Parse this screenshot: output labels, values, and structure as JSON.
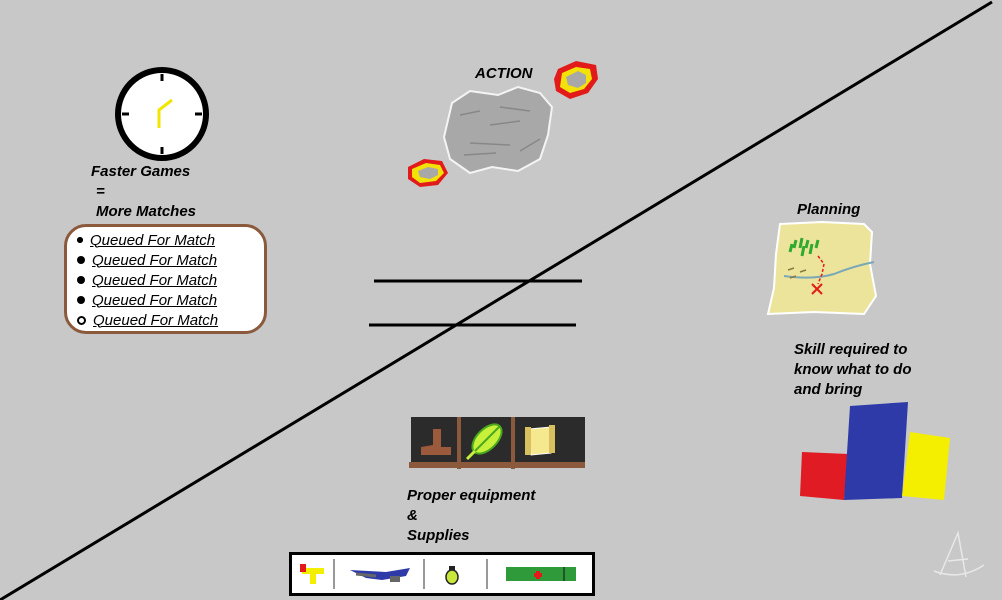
{
  "labels": {
    "action": "ACTION",
    "faster_games": "Faster Games",
    "equals_sign": "=",
    "more_matches": "More Matches",
    "planning": "Planning",
    "skill_line1": "Skill required to",
    "skill_line2": "know what to do",
    "skill_line3": "and bring",
    "equipment_line1": "Proper equipment",
    "equipment_line2": "&",
    "equipment_line3": "Supplies"
  },
  "queue": {
    "items": [
      {
        "label": "Queued For Match"
      },
      {
        "label": "Queued For Match"
      },
      {
        "label": "Queued For Match"
      },
      {
        "label": "Queued For Match"
      },
      {
        "label": "Queued For Match"
      }
    ]
  },
  "icons": {
    "clock": "clock-icon",
    "rocks": "rock-cluster-icon",
    "map": "treasure-map-icon",
    "blocks": "color-blocks-icon",
    "boot": "boot-icon",
    "leaf_sword": "leaf-sword-icon",
    "scroll": "scroll-icon",
    "gun": "gun-icon",
    "rifle": "rifle-icon",
    "grenade": "grenade-icon",
    "medkit": "medkit-icon",
    "signature": "signature-mark"
  },
  "colors": {
    "background": "#c8c8c8",
    "queue_border": "#8b5a3c",
    "block_red": "#e01b24",
    "block_blue": "#2d3aa8",
    "block_yellow": "#f4ee00",
    "map_fill": "#ede49b",
    "equip_panel": "#2b2b2b"
  }
}
